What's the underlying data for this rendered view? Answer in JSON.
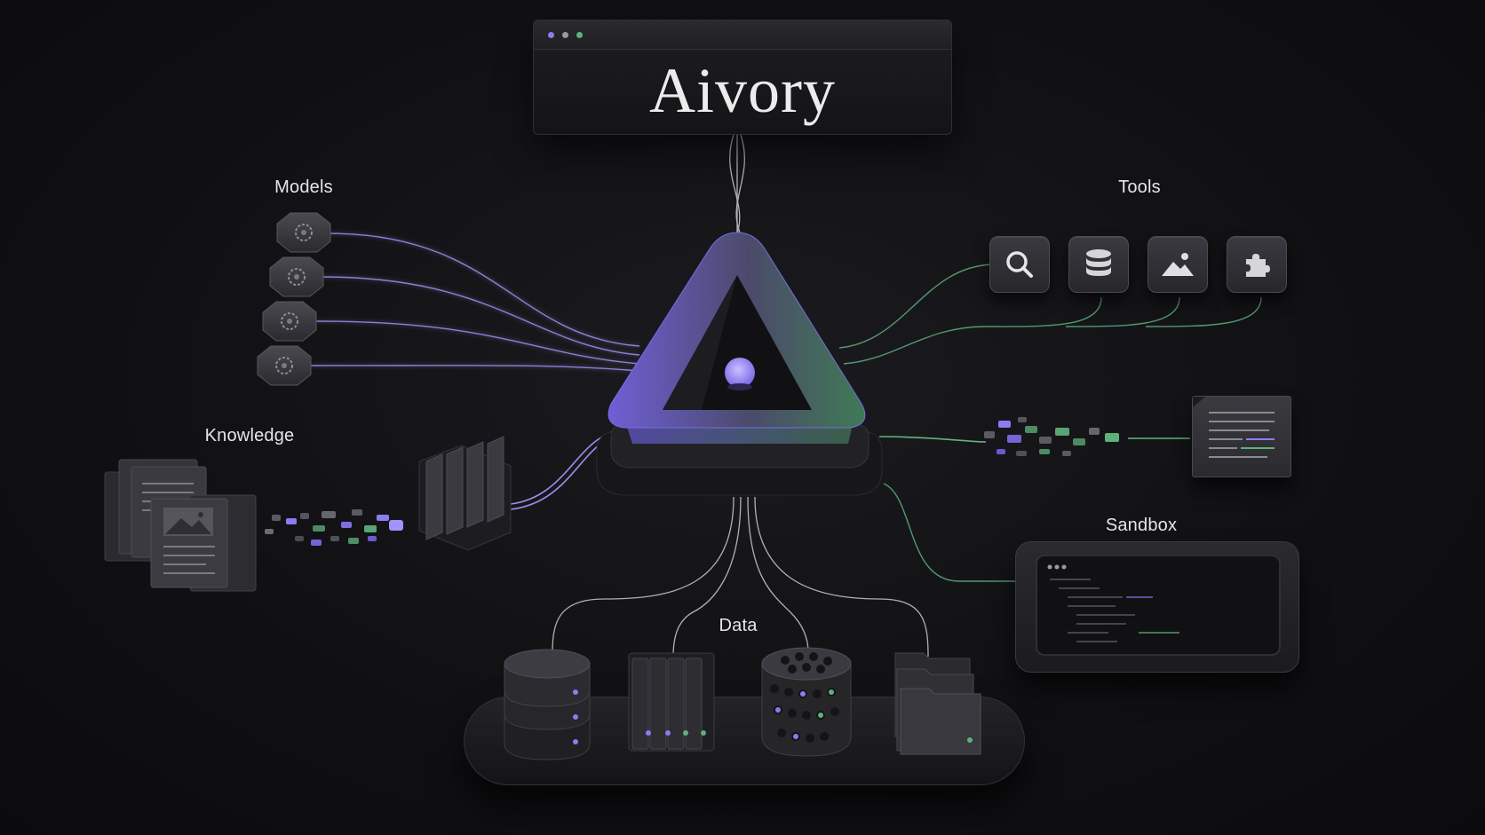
{
  "brand": {
    "title": "Aivory"
  },
  "labels": {
    "models": "Models",
    "tools": "Tools",
    "knowledge": "Knowledge",
    "sandbox": "Sandbox",
    "data": "Data"
  },
  "icons": {
    "models": [
      "model-chip-icon",
      "model-chip-icon",
      "model-chip-icon",
      "model-chip-icon"
    ],
    "tools": [
      "search-icon",
      "database-icon",
      "image-icon",
      "puzzle-icon"
    ],
    "knowledge": [
      "document-stack-icon",
      "image-document-icon",
      "filter-block-icon"
    ],
    "data": [
      "database-cylinder-icon",
      "server-rack-icon",
      "object-store-icon",
      "folder-stack-icon"
    ],
    "hub": "triangle-hub-icon",
    "output": "text-document-icon"
  },
  "colors": {
    "purple": "#8b7cf0",
    "green": "#5fb07a",
    "background": "#111114"
  }
}
